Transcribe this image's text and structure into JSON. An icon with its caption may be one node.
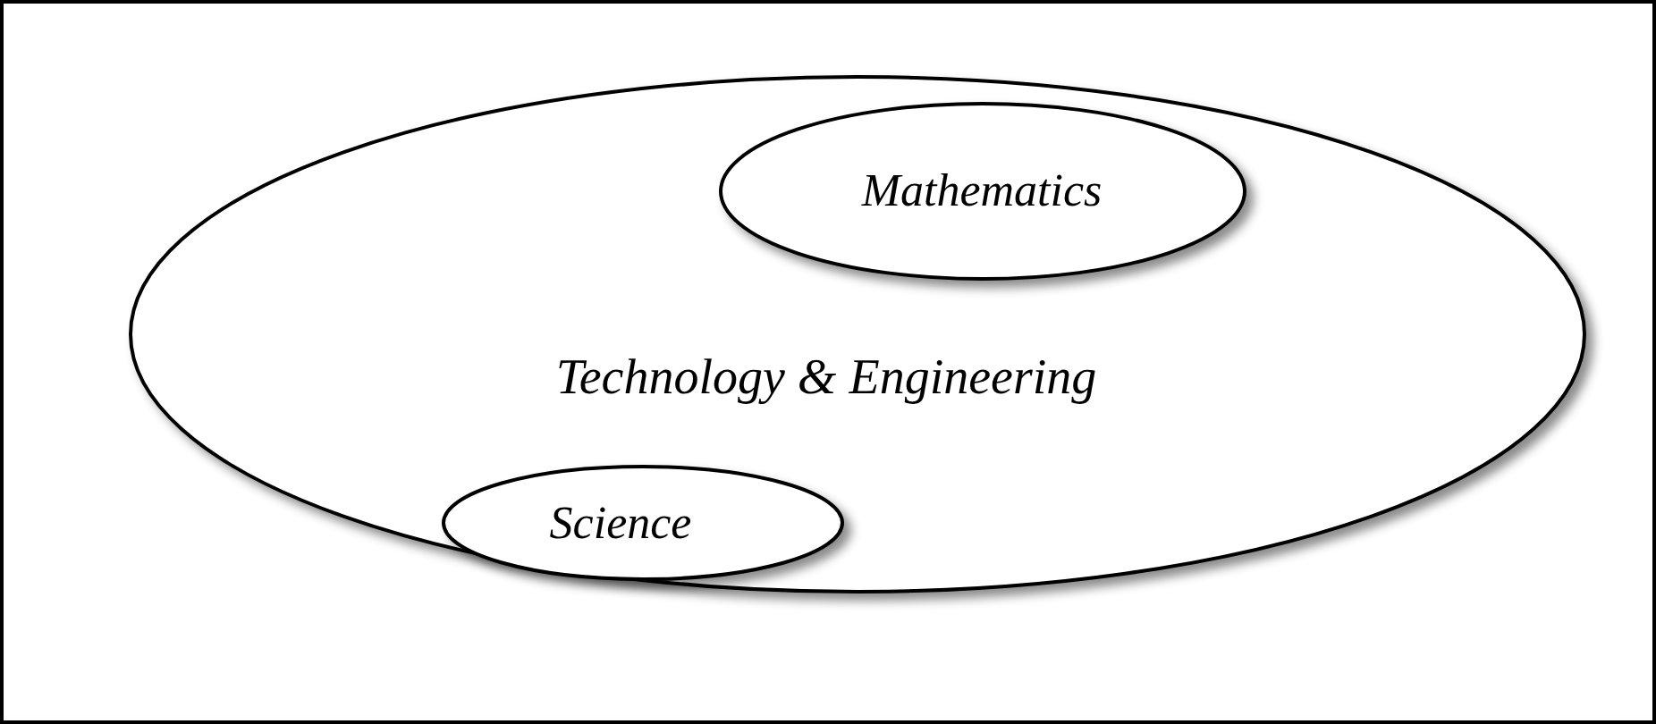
{
  "diagram": {
    "nodes": [
      {
        "text": [
          "Technology & Engineering"
        ]
      },
      {
        "text": [
          "Mathematics"
        ],
        "in": 0
      },
      {
        "text": [
          "Science"
        ],
        "in": 0
      }
    ]
  }
}
